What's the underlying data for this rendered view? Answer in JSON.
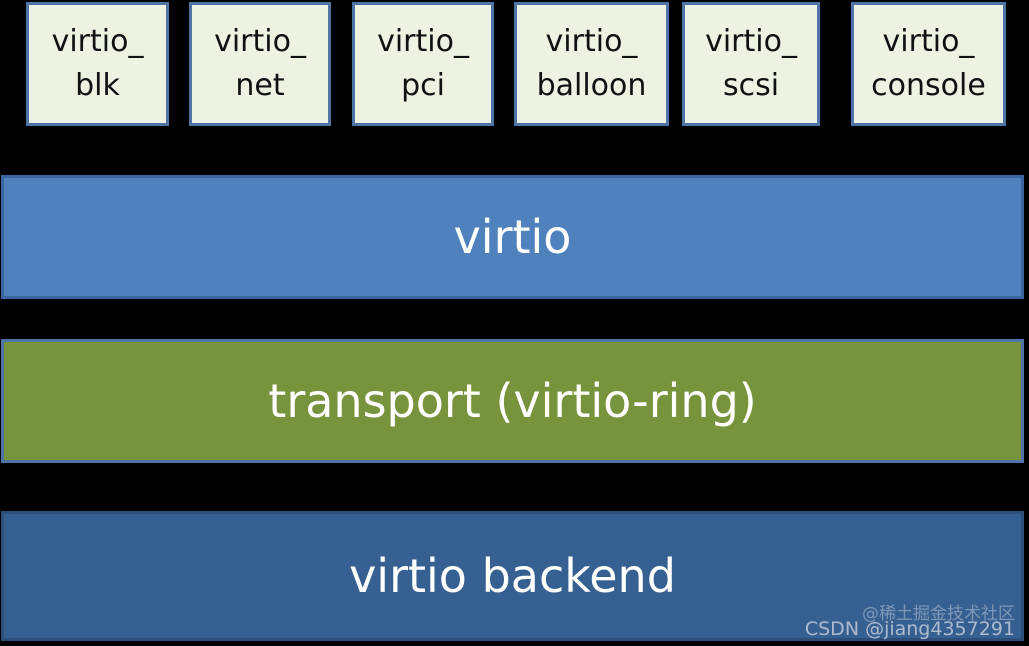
{
  "drivers": [
    {
      "line1": "virtio_",
      "line2": "blk"
    },
    {
      "line1": "virtio_",
      "line2": "net"
    },
    {
      "line1": "virtio_",
      "line2": "pci"
    },
    {
      "line1": "virtio_",
      "line2": "balloon"
    },
    {
      "line1": "virtio_",
      "line2": "scsi"
    },
    {
      "line1": "virtio_",
      "line2": "console"
    }
  ],
  "layers": {
    "virtio": "virtio",
    "transport": "transport (virtio-ring)",
    "backend": "virtio backend"
  },
  "watermarks": {
    "top": "@稀土掘金技术社区",
    "bottom": "CSDN @jiang4357291"
  },
  "colors": {
    "background": "#000000",
    "driver_fill": "#eef2e3",
    "driver_border": "#4f74a6",
    "virtio_layer": "#4f81bd",
    "transport_layer": "#77933c",
    "backend_layer": "#376092"
  }
}
